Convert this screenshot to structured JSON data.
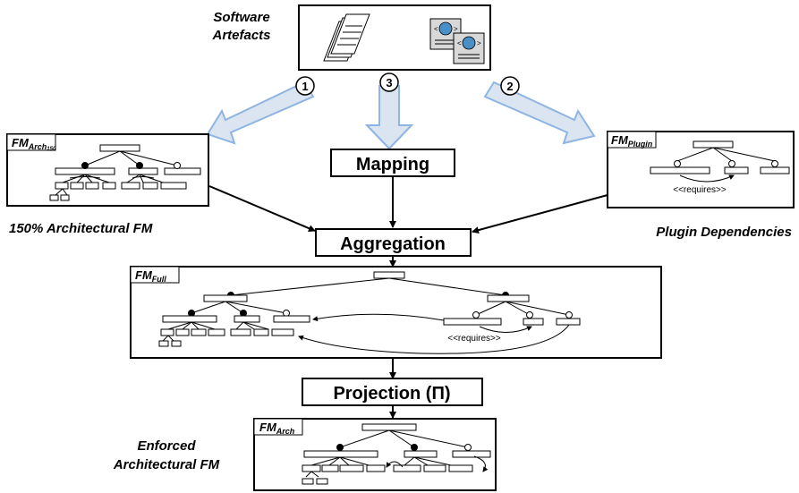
{
  "labels": {
    "software_artefacts_line1": "Software",
    "software_artefacts_line2": "Artefacts",
    "architectural_fm_150": "150% Architectural FM",
    "plugin_dependencies": "Plugin Dependencies",
    "enforced_line1": "Enforced",
    "enforced_line2": "Architectural FM"
  },
  "steps": {
    "mapping": "Mapping",
    "aggregation": "Aggregation",
    "projection": "Projection (Π)"
  },
  "step_numbers": {
    "one": "1",
    "two": "2",
    "three": "3"
  },
  "fm_tags": {
    "arch150_main": "FM",
    "arch150_sub": "Arch",
    "arch150_subsub": "150",
    "plugin_main": "FM",
    "plugin_sub": "Plugin",
    "full_main": "FM",
    "full_sub": "Full",
    "arch_main": "FM",
    "arch_sub": "Arch"
  },
  "constraints": {
    "plugin_requires": "<<requires>>",
    "full_requires": "<<requires>>"
  }
}
